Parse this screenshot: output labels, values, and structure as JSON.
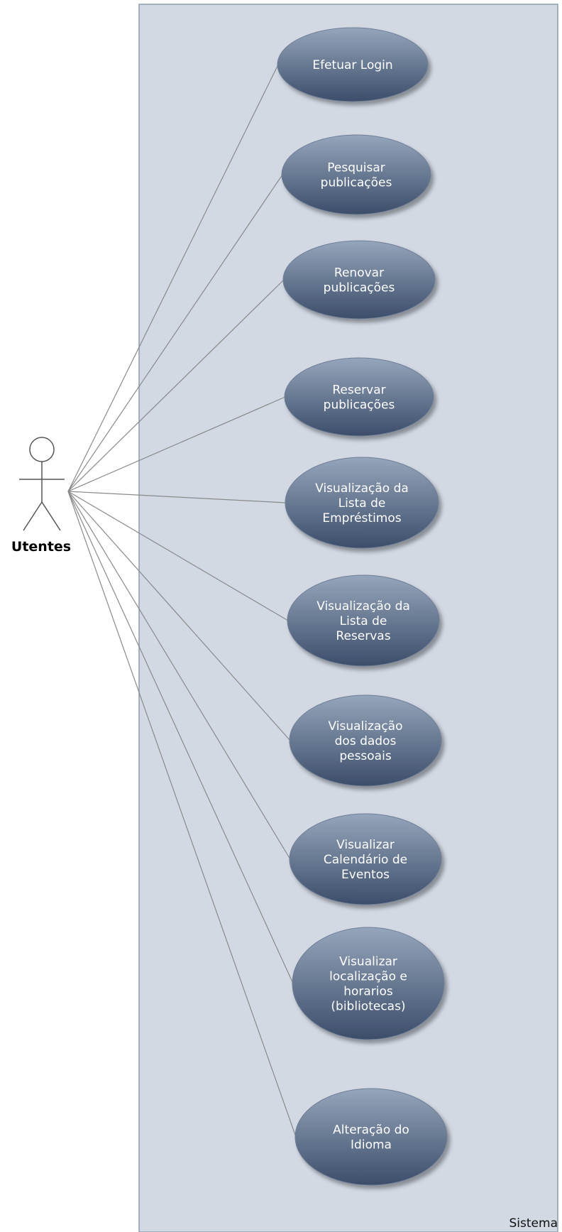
{
  "actor": {
    "name": "Utentes"
  },
  "system": {
    "name": "Sistema"
  },
  "use_cases": [
    {
      "lines": [
        "Efetuar Login"
      ]
    },
    {
      "lines": [
        "Pesquisar",
        "publicações"
      ]
    },
    {
      "lines": [
        "Renovar",
        "publicações"
      ]
    },
    {
      "lines": [
        "Reservar",
        "publicações"
      ]
    },
    {
      "lines": [
        "Visualização da",
        "Lista de",
        "Empréstimos"
      ]
    },
    {
      "lines": [
        "Visualização da",
        "Lista de",
        "Reservas"
      ]
    },
    {
      "lines": [
        "Visualização",
        "dos dados",
        "pessoais"
      ]
    },
    {
      "lines": [
        "Visualizar",
        "Calendário de",
        "Eventos"
      ]
    },
    {
      "lines": [
        "Visualizar",
        "localização e",
        "horarios",
        "(bibliotecas)"
      ]
    },
    {
      "lines": [
        "Alteração do",
        "Idioma"
      ]
    }
  ],
  "colors": {
    "system_fill": "#d2d9e3",
    "system_stroke": "#8e9cad",
    "ellipse_top": "#95a5bb",
    "ellipse_bottom": "#3c4d6a",
    "line": "#8a8a8a",
    "actor_stroke": "#555555"
  }
}
